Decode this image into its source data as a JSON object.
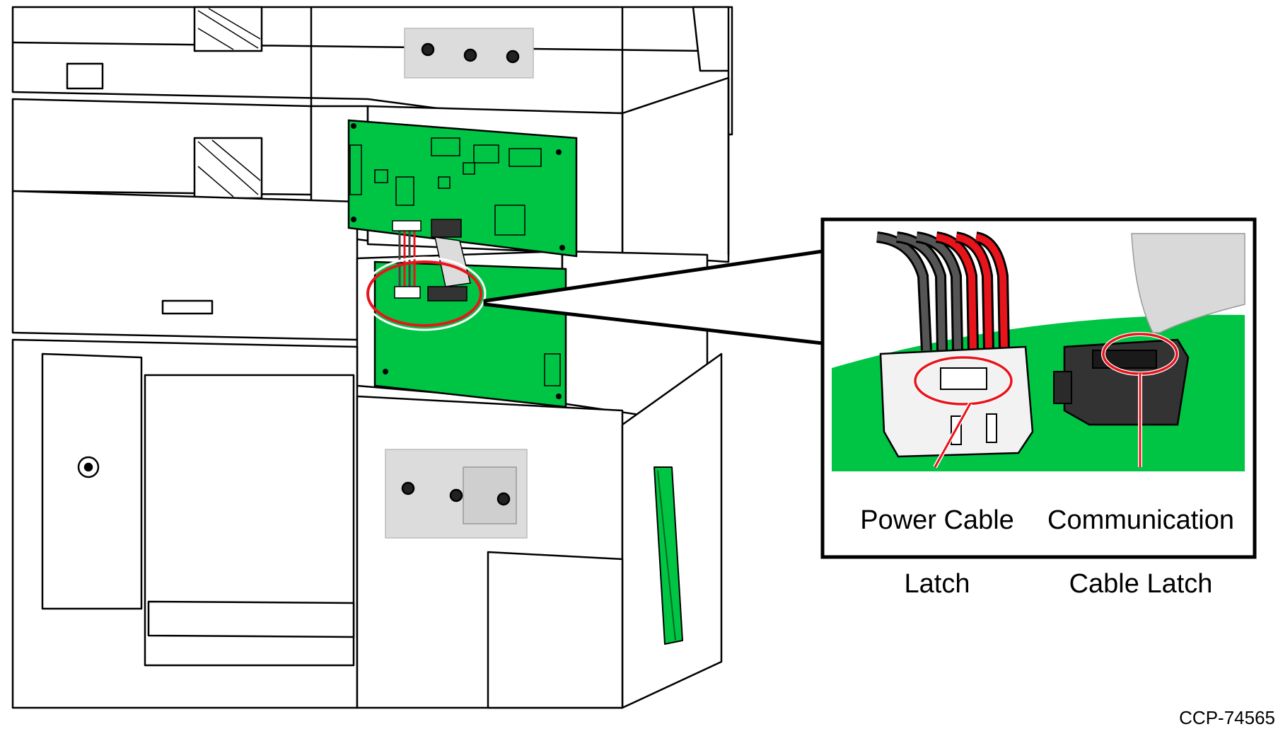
{
  "callout": {
    "power_label_line1": "Power Cable",
    "power_label_line2": "Latch",
    "comm_label_line1": "Communication",
    "comm_label_line2": "Cable Latch"
  },
  "doc_id": "CCP-74565",
  "colors": {
    "board_green": "#00c444",
    "highlight_red": "#e8141c",
    "line_black": "#000000",
    "panel_gray": "#f2f2f2",
    "label_gray": "#dcdcdc",
    "connector_dark": "#333333"
  }
}
